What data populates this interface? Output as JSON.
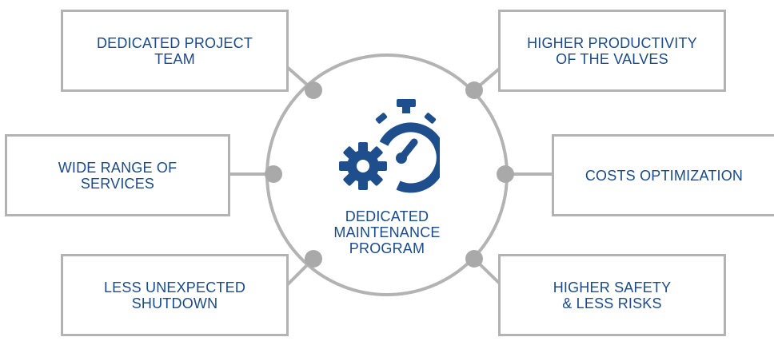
{
  "center": {
    "label": "DEDICATED\nMAINTENANCE\nPROGRAM",
    "icon": "stopwatch-gear-icon"
  },
  "benefits": {
    "top_left": "DEDICATED PROJECT\nTEAM",
    "mid_left": "WIDE RANGE OF\nSERVICES",
    "bottom_left": "LESS UNEXPECTED\nSHUTDOWN",
    "top_right": "HIGHER PRODUCTIVITY\nOF THE VALVES",
    "mid_right": "COSTS OPTIMIZATION",
    "bottom_right": "HIGHER SAFETY\n& LESS RISKS"
  },
  "colors": {
    "text": "#1b4a8a",
    "icon": "#1e4f8c",
    "lines": "#b3b3b3",
    "nodes": "#a9a9a9"
  }
}
